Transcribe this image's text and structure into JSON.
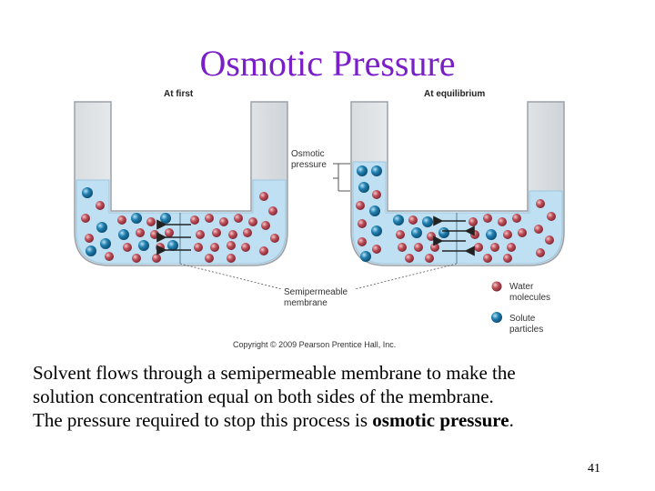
{
  "slide": {
    "title": "Osmotic Pressure",
    "page_number": "41"
  },
  "figure": {
    "label_at_first": "At first",
    "label_at_equilibrium": "At equilibrium",
    "label_osmotic_line1": "Osmotic",
    "label_osmotic_line2": "pressure",
    "label_membrane_line1": "Semipermeable",
    "label_membrane_line2": "membrane",
    "legend_water_line1": "Water",
    "legend_water_line2": "molecules",
    "legend_solute_line1": "Solute",
    "legend_solute_line2": "particles",
    "copyright": "Copyright © 2009 Pearson Prentice Hall, Inc.",
    "colors": {
      "water_molecule": "#c0505a",
      "solute_particle": "#1f7fb0",
      "solution": "#bfe0f2",
      "title": "#7a1fc8"
    }
  },
  "caption": {
    "line1": "Solvent flows through a semipermeable membrane to make the",
    "line2": "solution concentration equal on both sides of the membrane.",
    "line3_pre": "The pressure required to stop this process is ",
    "line3_bold": "osmotic pressure",
    "line3_post": "."
  }
}
